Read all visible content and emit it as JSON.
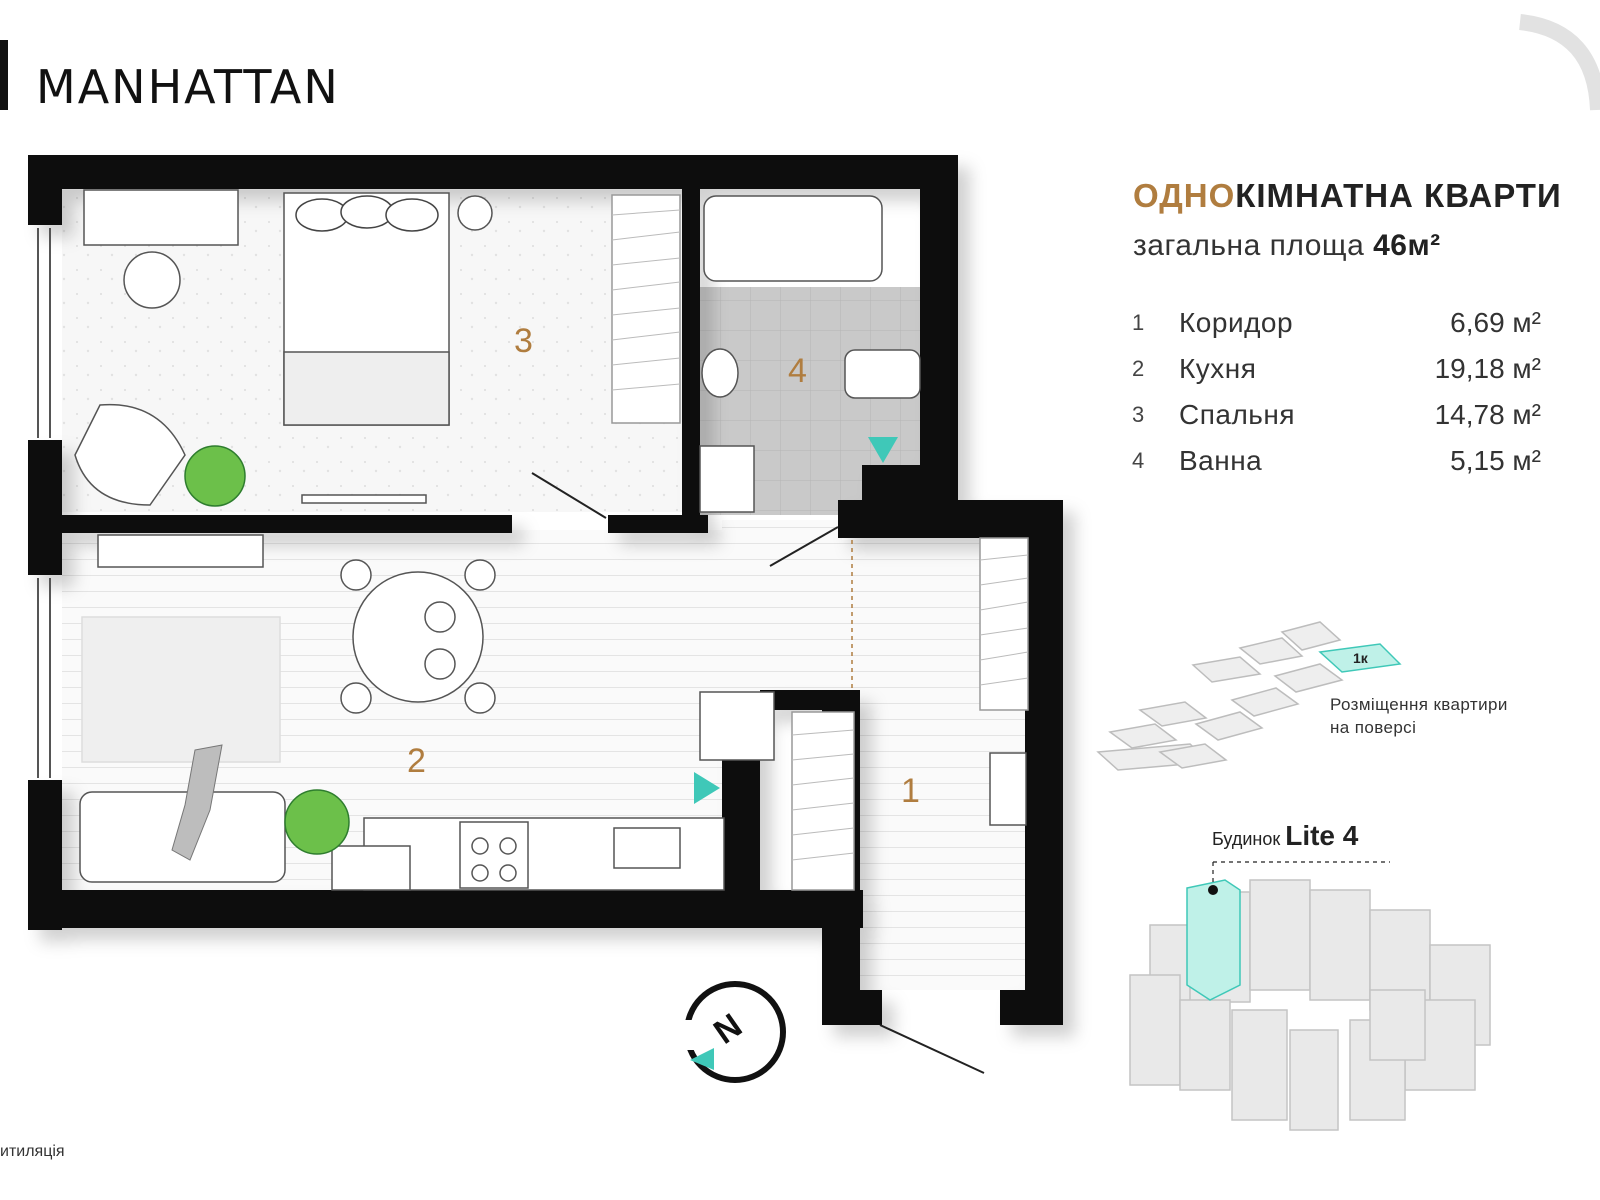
{
  "brand": {
    "name": "MANHATTAN"
  },
  "header": {
    "title_accent": "ОДНО",
    "title_rest": "КІМНАТНА КВАРТИ",
    "area_label": "загальна площа",
    "area_value": "46м²"
  },
  "rooms": [
    {
      "num": "1",
      "name": "Коридор",
      "area": "6,69 м²"
    },
    {
      "num": "2",
      "name": "Кухня",
      "area": "19,18 м²"
    },
    {
      "num": "3",
      "name": "Спальня",
      "area": "14,78 м²"
    },
    {
      "num": "4",
      "name": "Ванна",
      "area": "5,15 м²"
    }
  ],
  "plan_labels": {
    "r1": "1",
    "r2": "2",
    "r3": "3",
    "r4": "4"
  },
  "floor_map": {
    "unit_tag": "1к",
    "line1": "Розміщення квартири",
    "line2": "на поверсі"
  },
  "building": {
    "prefix": "Будинок",
    "name": "Lite 4"
  },
  "compass": {
    "letter": "N"
  },
  "footer": {
    "text": "итиляція"
  },
  "colors": {
    "accent": "#b07d3f",
    "teal": "#3fc8b8",
    "wall": "#111111",
    "bath_tile": "#c9c9c9"
  }
}
